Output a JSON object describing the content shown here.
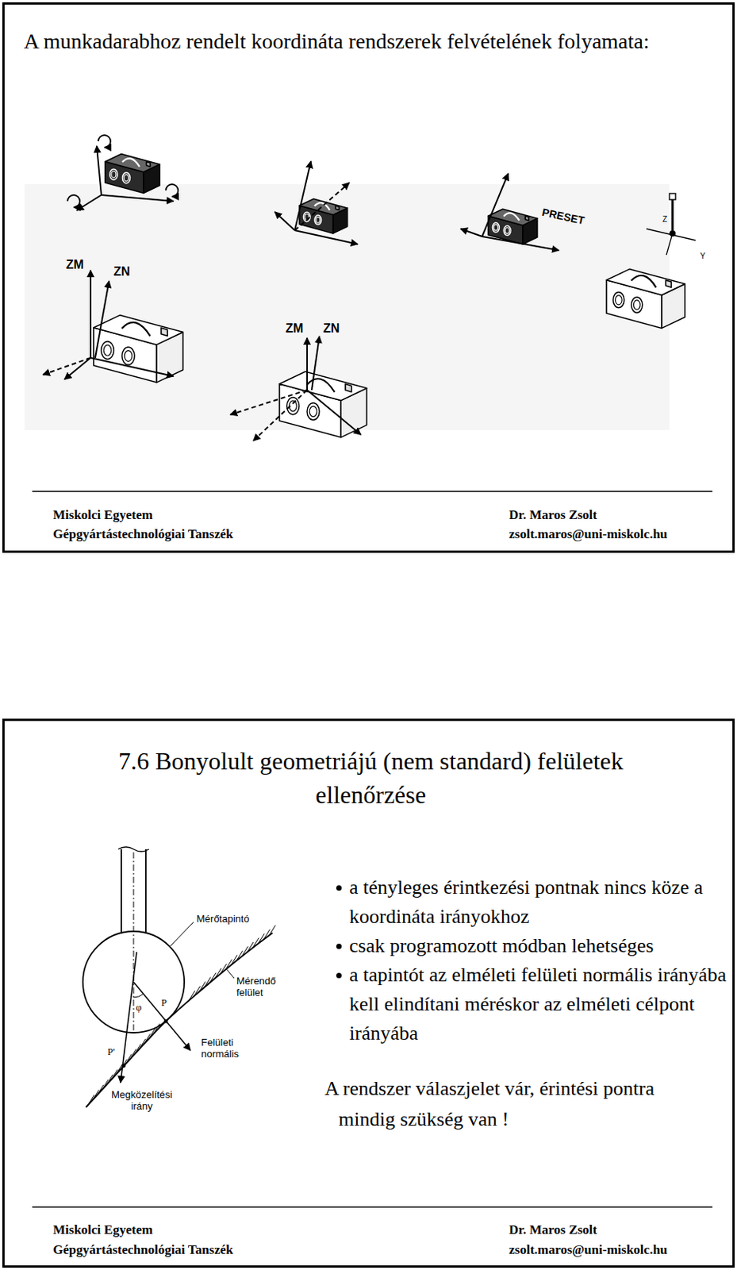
{
  "diagram": {
    "nodes": [
      {
        "text": [
          "A munkadarabhoz rendelt koordináta rendszerek felvételének folyamata:"
        ]
      },
      {
        "text": [
          "7.6 Bonyolult geometriájú (nem standard) felületek ellenőrzése",
          "a tényleges érintkezési pontnak nincs köze a koordináta irányokhoz",
          "csak programozott módban lehetséges",
          "a tapintót az elméleti felületi normális irányába kell elindítani méréskor az elméleti célpont irányába",
          "A rendszer válaszjelet vár, érintési pontra mindig szükség van !"
        ]
      }
    ],
    "labels": [
      "ZM",
      "ZN",
      "ZM",
      "ZN",
      "PRESET",
      "Z",
      "Y",
      "Miskolci Egyetem",
      "Gépgyártástechnológiai Tanszék",
      "Dr. Maros Zsolt",
      "zsolt.maros@uni-miskolc.hu",
      "Mérőtapintó",
      "φ",
      "P",
      "P'",
      "Mérendő felület",
      "Felületi normális",
      "Megközelítési irány",
      "Miskolci Egyetem",
      "Gépgyártástechnológiai Tanszék",
      "Dr. Maros Zsolt",
      "zsolt.maros@uni-miskolc.hu"
    ]
  }
}
